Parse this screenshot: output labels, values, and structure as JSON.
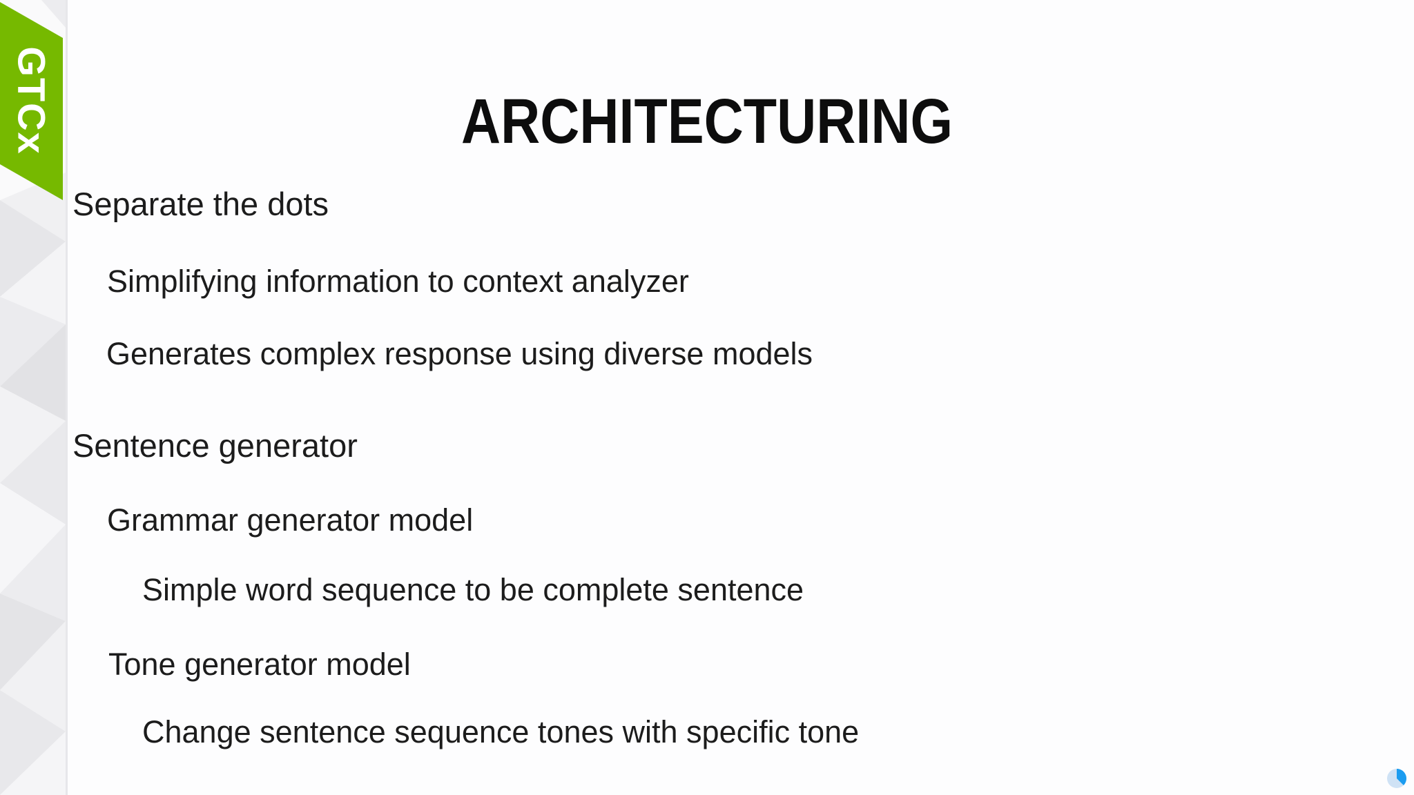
{
  "badge": {
    "label": "GTCx",
    "color": "#76b900"
  },
  "title": "ARCHITECTURING",
  "outline": {
    "lines": [
      {
        "text": "Separate the dots",
        "level": 1
      },
      {
        "text": "Simplifying information to context analyzer",
        "level": 2
      },
      {
        "text": "Generates complex response using diverse models",
        "level": 2
      },
      {
        "text": "Sentence generator",
        "level": 1
      },
      {
        "text": "Grammar generator model",
        "level": 2
      },
      {
        "text": "Simple word sequence to be complete sentence",
        "level": 3
      },
      {
        "text": "Tone generator model",
        "level": 2
      },
      {
        "text": "Change sentence sequence tones with specific tone",
        "level": 3
      }
    ]
  },
  "icons": {
    "pie_indicator": "pie-progress-icon"
  },
  "colors": {
    "accent_green": "#76b900",
    "pie_light": "#cfe2f5",
    "pie_dark": "#1b9cf0",
    "sidebar_line": "#e7e7ea",
    "text": "#1c1c1c"
  }
}
